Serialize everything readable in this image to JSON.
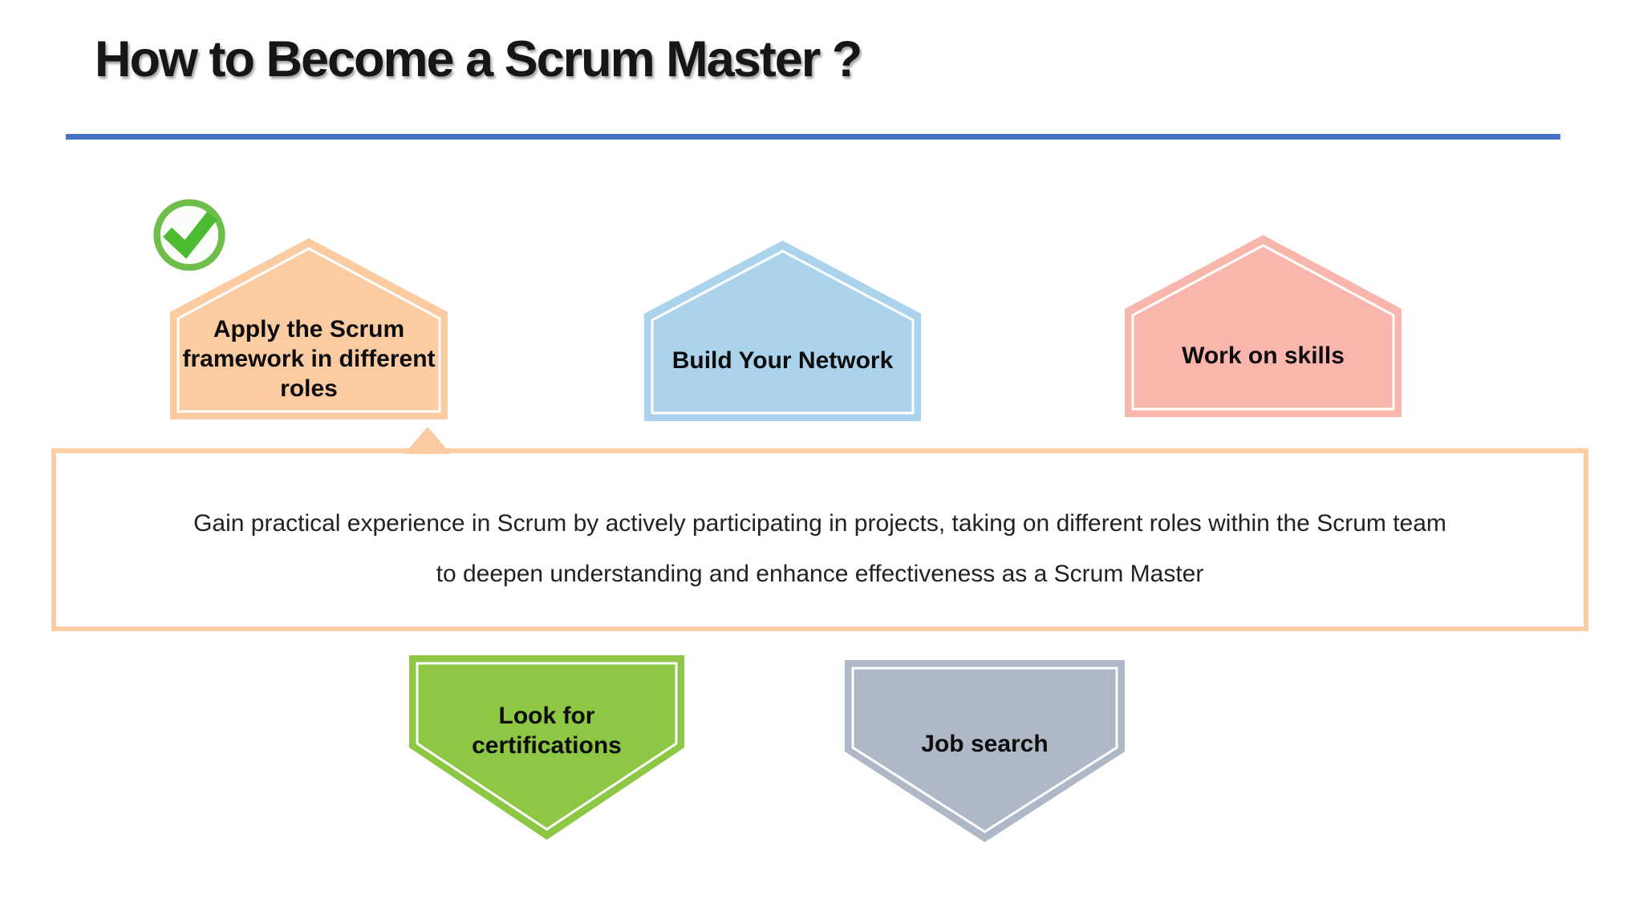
{
  "header": {
    "title": "How to Become a Scrum Master ?"
  },
  "theme": {
    "divider_color": "#4472C4",
    "callout_border_color": "#FACDA2",
    "callout_pointer_color": "#FBCBA1",
    "check_ring_color": "#6FBE4C",
    "check_mark_color": "#4CBB31"
  },
  "diagram": {
    "steps_top": [
      {
        "lines": [
          "Apply the Scrum",
          "framework in different",
          "roles"
        ],
        "fill": "#FBCBA1",
        "completed": true
      },
      {
        "label": "Build Your Network",
        "fill": "#ABD3EB"
      },
      {
        "label": "Work on skills",
        "fill": "#F9B6AD"
      }
    ],
    "steps_bottom": [
      {
        "lines": [
          "Look for",
          "certifications"
        ],
        "fill": "#8DC744"
      },
      {
        "label": "Job search",
        "fill": "#AEB8C6"
      }
    ],
    "callout": {
      "line1": "Gain practical experience in Scrum by actively participating in projects, taking on different roles within the Scrum team",
      "line2": "to deepen understanding and enhance effectiveness as a Scrum Master"
    }
  }
}
